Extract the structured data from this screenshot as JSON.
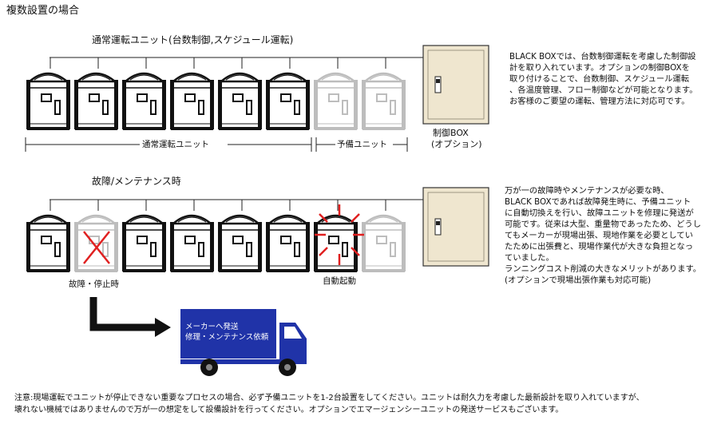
{
  "title": "複数設置の場合",
  "section_normal": {
    "heading": "通常運転ユニット(台数制御,スケジュール運転)",
    "label_normal_units": "通常運転ユニット",
    "label_spare_units": "予備ユニット",
    "control_box_label": "制御BOX",
    "control_box_option": "(オプション)",
    "description": [
      "BLACK BOXでは、台数制御運転を考慮した制御設",
      "計を取り入れています。オプションの制御BOXを",
      "取り付けることで、台数制御、スケジュール運転",
      "、各温度管理、フロー制御などが可能となります。",
      "お客様のご要望の運転、管理方法に対応可です。"
    ]
  },
  "section_failure": {
    "heading": "故障/メンテナンス時",
    "label_stopped": "故障・停止時",
    "label_auto_start": "自動起動",
    "description": [
      "万が一の故障時やメンテナンスが必要な時、",
      "BLACK BOXであれば故障発生時に、予備ユニット",
      "に自動切換えを行い、故障ユニットを修理に発送が",
      "可能です。従来は大型、重量物であったため、どうし",
      "てもメーカーが現場出張、現地作業を必要としてい",
      "たために出張費と、現場作業代が大きな負担となっ",
      "ていました。",
      "ランニングコスト削減の大きなメリットがあります。",
      "(オプションで現場出張作業も対応可能)"
    ],
    "truck_text": [
      "メーカーへ発送",
      "修理・メンテナンス依頼"
    ]
  },
  "note": [
    "注意:現場運転でユニットが停止できない重要なプロセスの場合、必ず予備ユニットを1-2台設置をしてください。ユニットは耐久力を考慮した最新設計を取り入れていますが、",
    "壊れない機械ではありませんので万が一の想定をして設備設計を行ってください。オプションでエマージェンシーユニットの発送サービスもございます。"
  ],
  "colors": {
    "unit_active": "#111111",
    "unit_inactive": "#bdbdbd",
    "control_box_fill": "#efe6cf",
    "failure_mark": "#e02020",
    "truck_body": "#2033a8"
  },
  "units_row1": [
    "active",
    "active",
    "active",
    "active",
    "active",
    "active",
    "spare",
    "spare"
  ],
  "units_row2": [
    "active",
    "failed",
    "active",
    "active",
    "active",
    "active",
    "auto-start",
    "spare"
  ]
}
